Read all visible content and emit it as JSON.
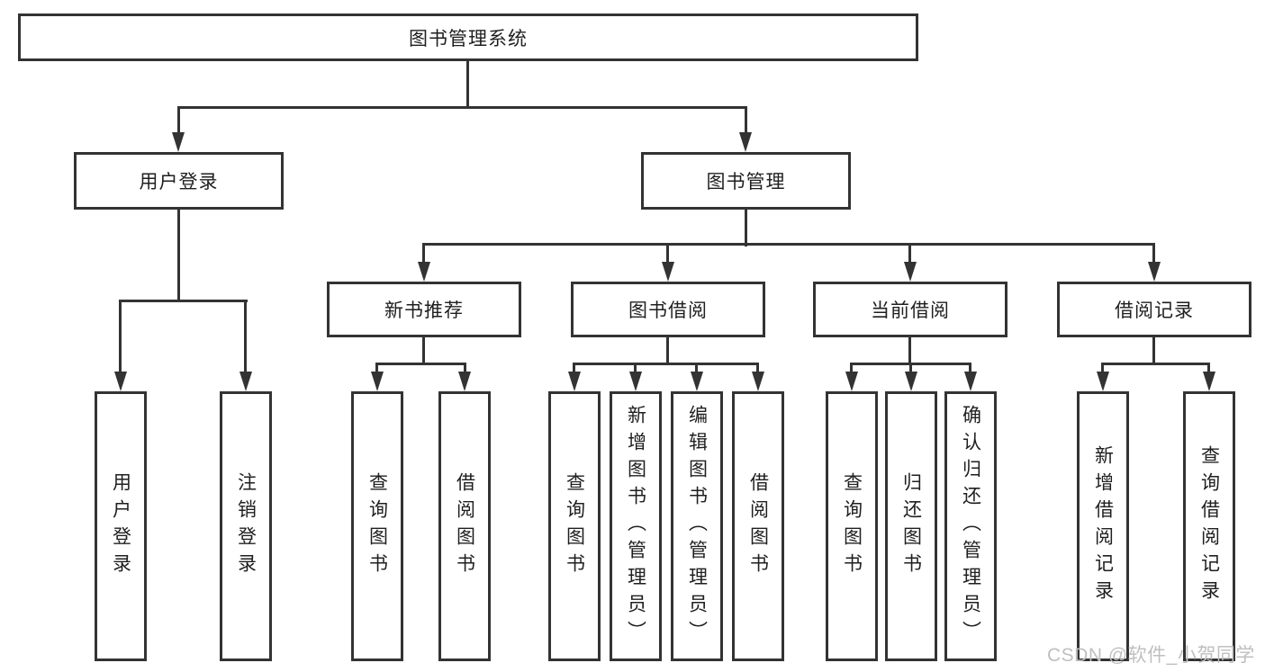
{
  "tree": {
    "root": {
      "label": "图书管理系统"
    },
    "level2": [
      {
        "label": "用户登录",
        "leaves": [
          {
            "label": "用户登录"
          },
          {
            "label": "注销登录"
          }
        ]
      },
      {
        "label": "图书管理",
        "level3": [
          {
            "label": "新书推荐",
            "leaves": [
              {
                "label": "查询图书"
              },
              {
                "label": "借阅图书"
              }
            ]
          },
          {
            "label": "图书借阅",
            "leaves": [
              {
                "label": "查询图书"
              },
              {
                "label": "新增图书（管理员）"
              },
              {
                "label": "编辑图书（管理员）"
              },
              {
                "label": "借阅图书"
              }
            ]
          },
          {
            "label": "当前借阅",
            "leaves": [
              {
                "label": "查询图书"
              },
              {
                "label": "归还图书"
              },
              {
                "label": "确认归还（管理员）"
              }
            ]
          },
          {
            "label": "借阅记录",
            "leaves": [
              {
                "label": "新增借阅记录"
              },
              {
                "label": "查询借阅记录"
              }
            ]
          }
        ]
      }
    ]
  },
  "watermark": {
    "text": "CSDN @软件_小贺同学"
  },
  "colors": {
    "line": "#333333",
    "box_fill": "#ffffff",
    "text": "#1f1f1f",
    "watermark": "#bfbfbf",
    "background": "#ffffff"
  }
}
